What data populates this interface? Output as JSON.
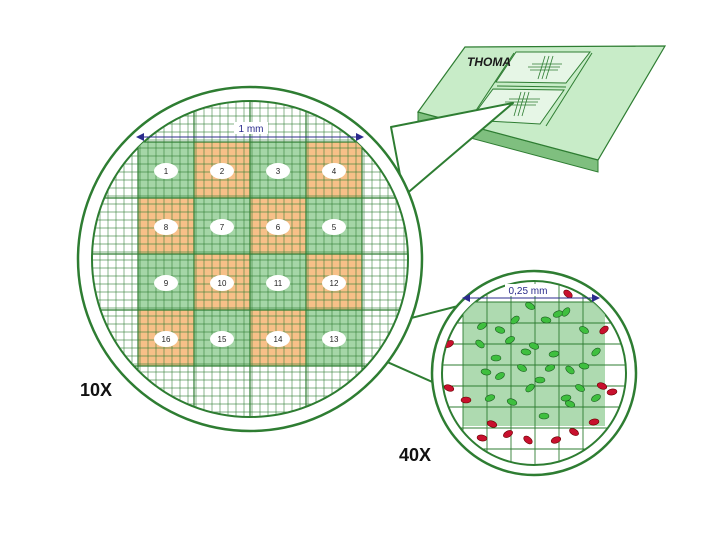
{
  "slide": {
    "label": "THOMA"
  },
  "view10x": {
    "magnification": "10X",
    "scale_label": "1 mm",
    "squares": [
      "1",
      "2",
      "3",
      "4",
      "8",
      "7",
      "6",
      "5",
      "9",
      "10",
      "11",
      "12",
      "16",
      "15",
      "14",
      "13"
    ],
    "square_colors": [
      "green",
      "orange",
      "green",
      "orange",
      "orange",
      "green",
      "orange",
      "green",
      "green",
      "orange",
      "green",
      "orange",
      "orange",
      "green",
      "orange",
      "green"
    ]
  },
  "view40x": {
    "magnification": "40X",
    "scale_label": "0,25 mm"
  },
  "colors": {
    "outline": "#2e7d32",
    "grid_line": "#2e7d32",
    "cell_green": "#a5d6a7",
    "cell_orange": "#f7c088",
    "square_green": "#7cc67e",
    "slide_fill": "#c8ecc8",
    "cell_inside": "#3fbf3f",
    "cell_outside": "#c8102e",
    "scale_color": "#2b2b8c"
  }
}
